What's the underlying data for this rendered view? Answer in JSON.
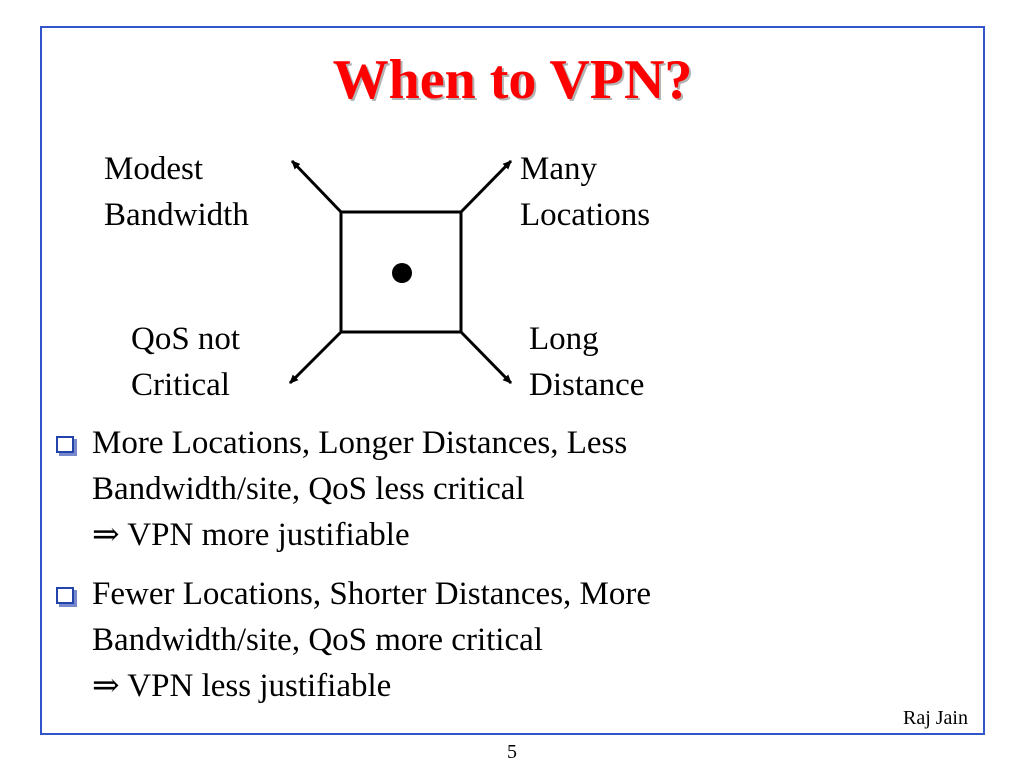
{
  "slide": {
    "title": "When to VPN?",
    "diagram": {
      "top_left": [
        "Modest",
        "Bandwidth"
      ],
      "top_right": [
        "Many",
        "Locations"
      ],
      "bottom_left": [
        "QoS not",
        "Critical"
      ],
      "bottom_right": [
        "Long",
        "Distance"
      ]
    },
    "bullets": [
      {
        "lines": [
          "More Locations, Longer Distances, Less",
          "Bandwidth/site, QoS less critical",
          "⇒ VPN more justifiable"
        ]
      },
      {
        "lines": [
          "Fewer Locations, Shorter Distances, More",
          "Bandwidth/site, QoS more critical",
          "⇒ VPN less justifiable"
        ]
      }
    ],
    "author": "Raj Jain",
    "page_number": "5"
  },
  "colors": {
    "title": "#ff0000",
    "frame": "#3355cc",
    "bullet_marker": "#2244aa"
  }
}
